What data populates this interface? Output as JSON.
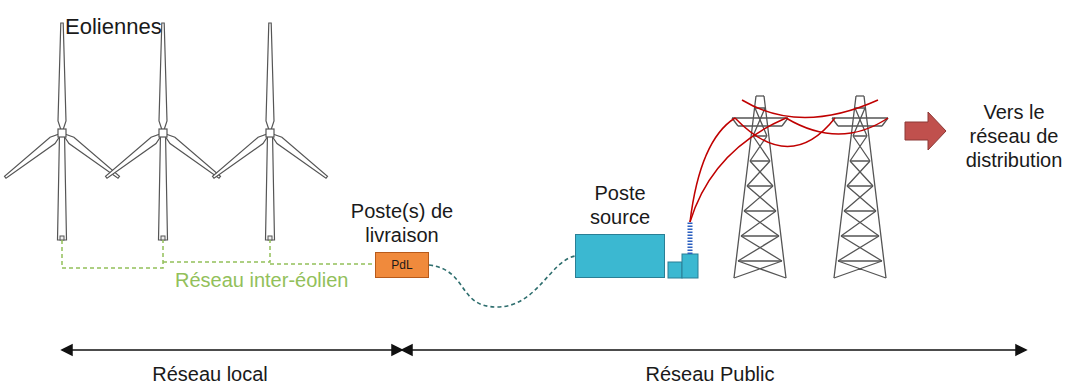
{
  "diagram": {
    "nodes": [
      {
        "text": [
          "Poste(s) de livraison",
          "PdL"
        ]
      },
      {
        "text": [
          "Poste source"
        ]
      }
    ],
    "edges": [
      {
        "from": 0,
        "to": 1,
        "arrow": "none"
      }
    ],
    "labels": [
      "Eoliennes",
      "Réseau inter-éolien",
      "Vers le réseau de distribution",
      "Réseau local",
      "Réseau Public"
    ]
  }
}
